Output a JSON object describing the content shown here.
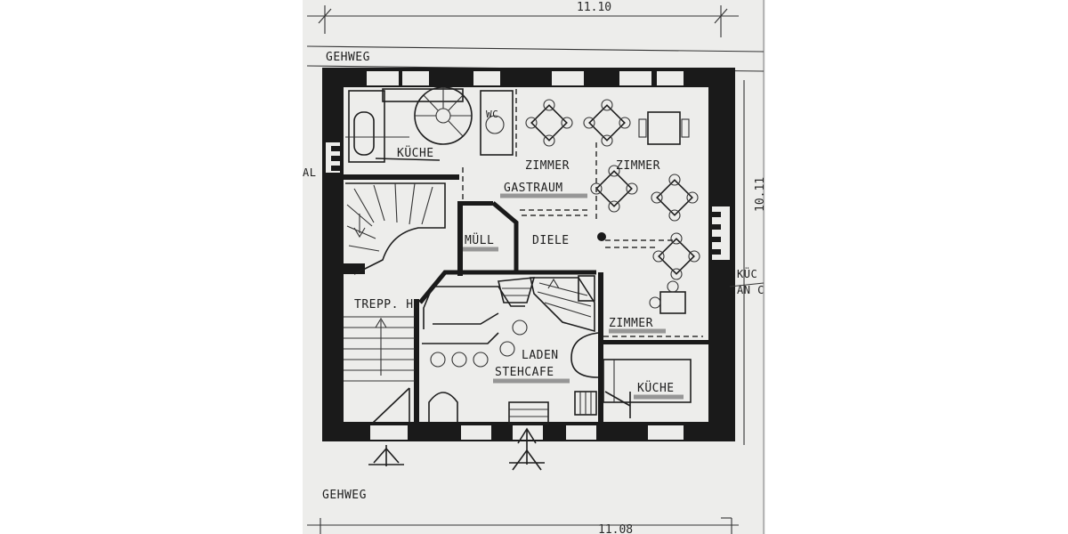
{
  "dimensions": {
    "top": "11.10",
    "bottom": "11.08",
    "right": "10.11"
  },
  "street": {
    "top": "GEHWEG",
    "bottom": "GEHWEG"
  },
  "rooms": {
    "kueche_top": "KÜCHE",
    "zimmer_1": "ZIMMER",
    "zimmer_2": "ZIMMER",
    "gastraum": "GASTRAUM",
    "muell": "MÜLL",
    "diele": "DIELE",
    "treppenhaus": "TREPP. H.",
    "zimmer_3": "ZIMMER",
    "laden": "LADEN",
    "stehcafe": "STEHCAFE",
    "kueche_bottom": "KÜCHE",
    "wc": "WC"
  },
  "edge_fragments": {
    "left": "AL",
    "right_1": "KÜC",
    "right_2": "AN C"
  },
  "colors": {
    "paper": "#ededeb",
    "wall": "#1a1a1a",
    "ink": "#1e1e1e"
  }
}
